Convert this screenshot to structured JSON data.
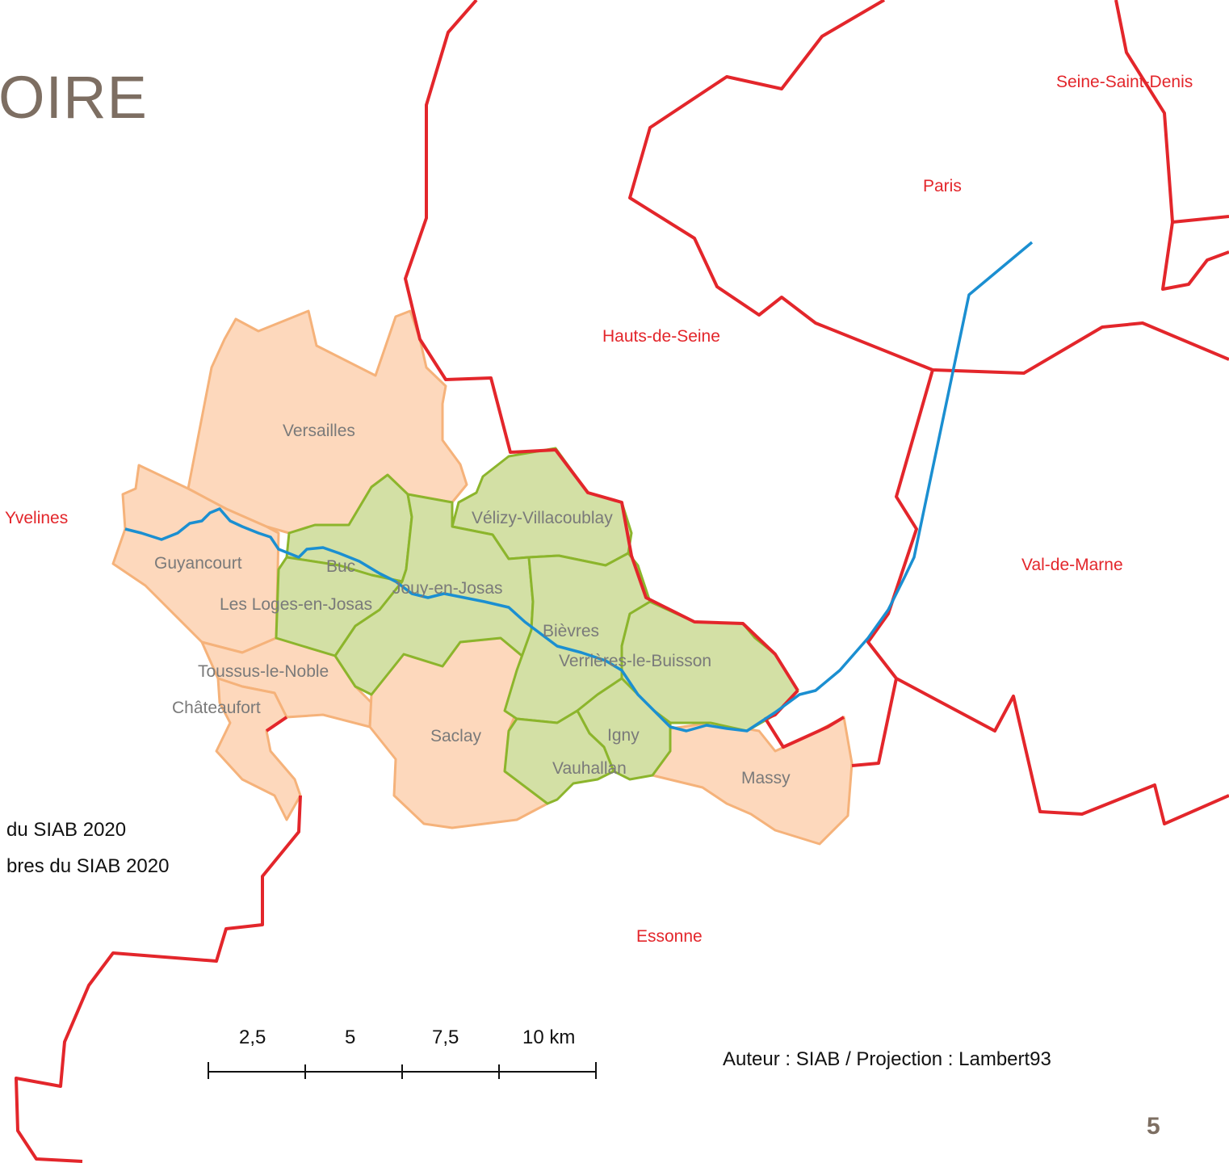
{
  "title": "OIRE",
  "departments": [
    {
      "id": "seine-saint-denis",
      "label": "Seine-Saint-Denis"
    },
    {
      "id": "paris",
      "label": "Paris"
    },
    {
      "id": "hauts-de-seine",
      "label": "Hauts-de-Seine"
    },
    {
      "id": "yvelines",
      "label": "Yvelines"
    },
    {
      "id": "val-de-marne",
      "label": "Val-de-Marne"
    },
    {
      "id": "essonne",
      "label": "Essonne"
    }
  ],
  "communes_members": [
    "Vélizy-Villacoublay",
    "Buc",
    "Jouy-en-Josas",
    "Les Loges-en-Josas",
    "Bièvres",
    "Verrières-le-Buisson",
    "Igny",
    "Vauhallan"
  ],
  "communes_non_members": [
    "Versailles",
    "Guyancourt",
    "Toussus-le-Noble",
    "Châteaufort",
    "Saclay",
    "Massy"
  ],
  "legend": {
    "members": "du SIAB 2020",
    "non_members": "bres du SIAB 2020"
  },
  "scale": {
    "labels": [
      "2,5",
      "5",
      "7,5",
      "10 km"
    ]
  },
  "credit": "Auteur : SIAB / Projection : Lambert93",
  "page_number": "5",
  "colors": {
    "department_border": "#e3262b",
    "member_fill": "#d3e0a5",
    "member_stroke": "#8cb52c",
    "non_member_fill": "#fdd8bc",
    "non_member_stroke": "#f5b27a",
    "river": "#1b8fd1"
  }
}
